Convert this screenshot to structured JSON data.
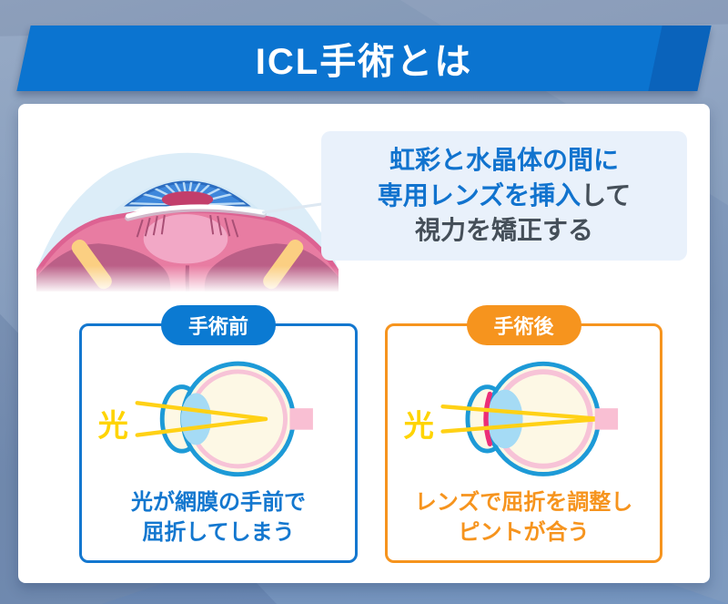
{
  "header": {
    "title": "ICL手術とは"
  },
  "callout": {
    "line1": "虹彩と水晶体の間に",
    "line2_blue": "専用レンズを挿入",
    "line2_dark": "して",
    "line3": "視力を矯正する"
  },
  "panels": {
    "before": {
      "badge": "手術前",
      "light_label": "光",
      "caption_line1": "光が網膜の手前で",
      "caption_line2": "屈折してしまう"
    },
    "after": {
      "badge": "手術後",
      "light_label": "光",
      "caption_line1": "レンズで屈折を調整し",
      "caption_line2": "ピントが合う"
    }
  },
  "icons": {
    "eye_cross_section": "eye-cross-section-illustration",
    "before_eye": "myopic-eye-diagram",
    "after_eye": "icl-corrected-eye-diagram"
  },
  "colors": {
    "banner_blue": "#0b74d0",
    "banner_blue_dark": "#0a63bb",
    "accent_blue": "#1377cf",
    "accent_orange": "#f6941e",
    "light_ray_yellow": "#ffd400",
    "eye_outline_blue": "#1d9ad7",
    "retina_pink": "#f7c3d7",
    "lens_light_blue": "#a5dbf5",
    "icl_magenta": "#ec2e77",
    "callout_bg": "#e9f1fb",
    "dark_text": "#454f59",
    "background_slate": "#8aa0bf"
  }
}
